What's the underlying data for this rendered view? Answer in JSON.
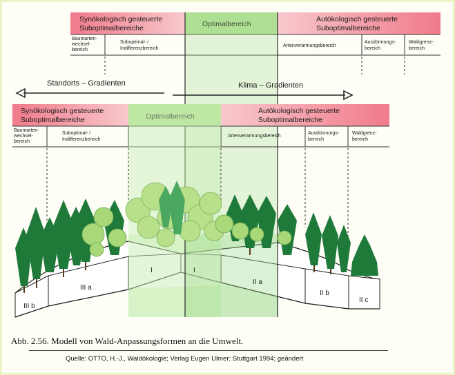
{
  "top_header": {
    "synoek_line1": "Synökologisch gesteuerte",
    "synoek_line2": "Suboptimalbereiche",
    "optimal": "Optimalbereich",
    "autoek_line1": "Autökologisch gesteuerte",
    "autoek_line2": "Suboptimalbereiche"
  },
  "top_sub": {
    "baumarten_1": "Baumarten-",
    "baumarten_2": "wechsel-",
    "baumarten_3": "bereich",
    "subopt_1": "Suboptimal- /",
    "subopt_2": "Indifferenzbereich",
    "artenverarmung": "Artenverarmungsbereich",
    "ausduennung_1": "Ausdünnungs-",
    "ausduennung_2": "bereich",
    "waldgrenz_1": "Waldgrenz-",
    "waldgrenz_2": "bereich"
  },
  "gradients": {
    "standort": "Standorts – Gradienten",
    "klima": "Klima – Gradienten"
  },
  "mid_header": {
    "synoek_line1": "Synökologisch gesteuerte",
    "synoek_line2": "Suboptimalbereiche",
    "optimal": "Optimalbereich",
    "autoek_line1": "Autökologisch gesteuerte",
    "autoek_line2": "Suboptimalbereiche"
  },
  "mid_sub": {
    "baumarten_1": "Baumarten-",
    "baumarten_2": "wechsel-",
    "baumarten_3": "bereich",
    "subopt_1": "Suboptimal- /",
    "subopt_2": "Indifferenzbereich",
    "artenverarmung": "Artenverarmungsbereich",
    "ausduennung_1": "Ausdünnungs-",
    "ausduennung_2": "bereich",
    "waldgrenz_1": "Waldgrenz-",
    "waldgrenz_2": "bereich"
  },
  "zones": {
    "IIIb": "III b",
    "IIIa": "III a",
    "I_left": "I",
    "I_right": "I",
    "IIa": "II a",
    "IIb": "II b",
    "IIc": "II c"
  },
  "caption": "Abb. 2.56. Modell von Wald-Anpassungsformen an die Umwelt.",
  "source": "Quelle: OTTO, H.-J., Waldökologie; Verlag Eugen Ulmer; Stuttgart 1994; geändert",
  "colors": {
    "pink_band": "#f4a6b0",
    "green_band": "#c8e8a8",
    "optimal_overlay": "#9bd98a",
    "conifer": "#1f7a3a",
    "broadleaf": "#a8d878",
    "frame": "#eaf4c4"
  }
}
